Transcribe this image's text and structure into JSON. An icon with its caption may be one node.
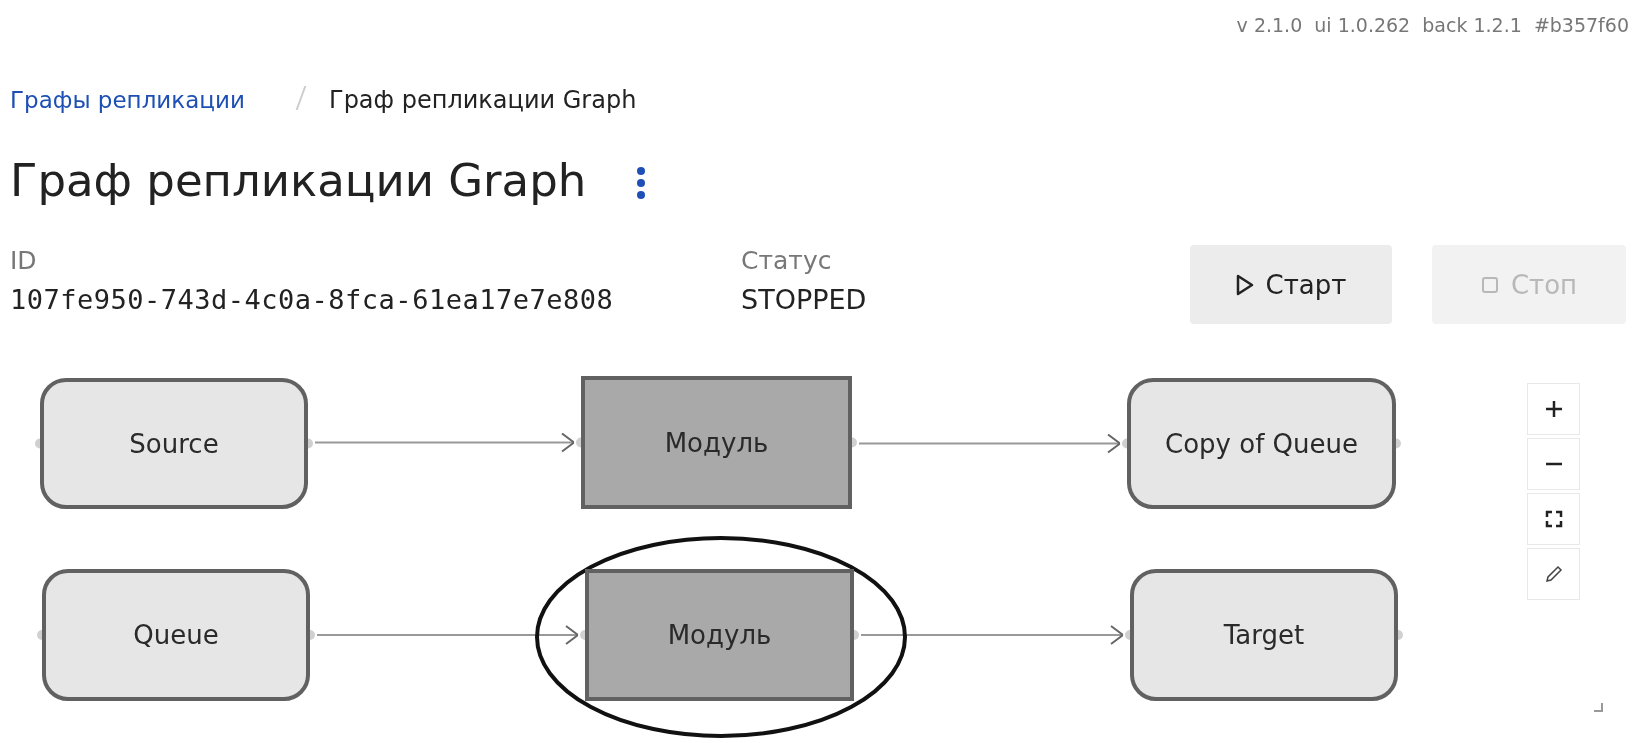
{
  "diagram": {
    "title": "Граф репликации Graph",
    "nodes": [
      {
        "text": [
          "Source"
        ]
      },
      {
        "text": [
          "Модуль"
        ]
      },
      {
        "text": [
          "Copy of Queue"
        ]
      },
      {
        "text": [
          "Queue"
        ]
      },
      {
        "text": [
          "Модуль"
        ]
      },
      {
        "text": [
          "Target"
        ]
      }
    ],
    "edges": [
      {
        "from": 0,
        "to": 1,
        "arrow": "to"
      },
      {
        "from": 1,
        "to": 2,
        "arrow": "to"
      },
      {
        "from": 3,
        "to": 4,
        "arrow": "to"
      },
      {
        "from": 4,
        "to": 5,
        "arrow": "to"
      }
    ],
    "labels": [
      "v 2.1.0  ui 1.0.262  back 1.2.1  #b357f60",
      "Графы репликации",
      "Граф репликации Graph",
      "ID",
      "107fe950-743d-4c0a-8fca-61ea17e7e808",
      "Статус",
      "STOPPED",
      "Старт",
      "Стоп"
    ]
  }
}
